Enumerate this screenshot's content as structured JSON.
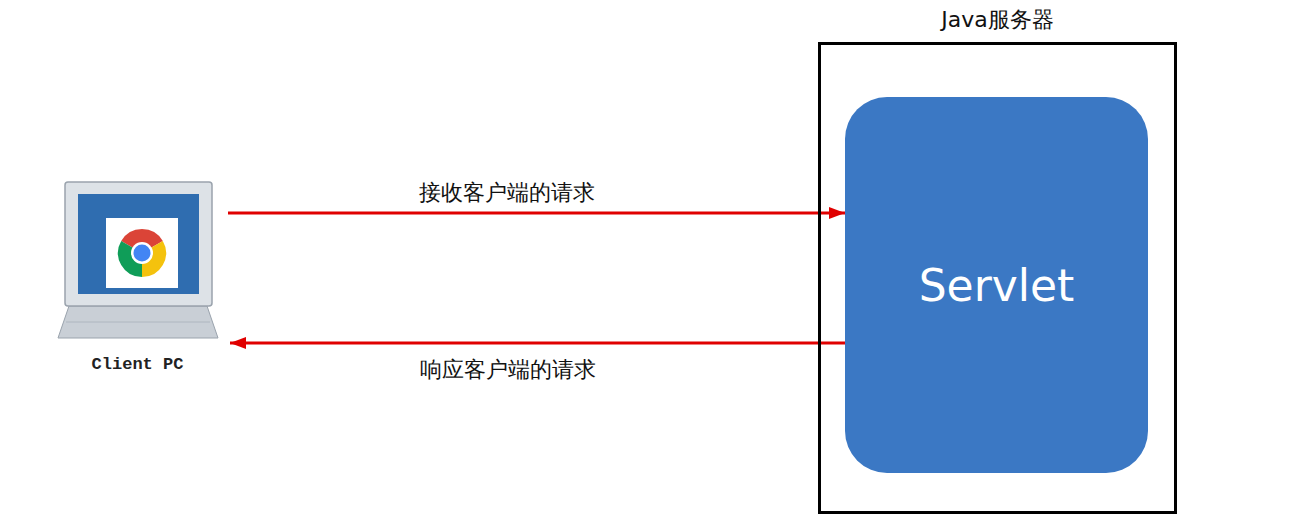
{
  "diagram": {
    "nodes": [
      {
        "text": [
          "Client PC"
        ]
      },
      {
        "text": [
          "Java服务器"
        ]
      },
      {
        "text": [
          "Servlet"
        ],
        "in": 1
      }
    ],
    "edges": [
      {
        "from": 0,
        "to": 2,
        "arrow": "to",
        "label": "接收客户端的请求"
      },
      {
        "from": 2,
        "to": 0,
        "arrow": "to",
        "label": "响应客户端的请求"
      }
    ]
  }
}
